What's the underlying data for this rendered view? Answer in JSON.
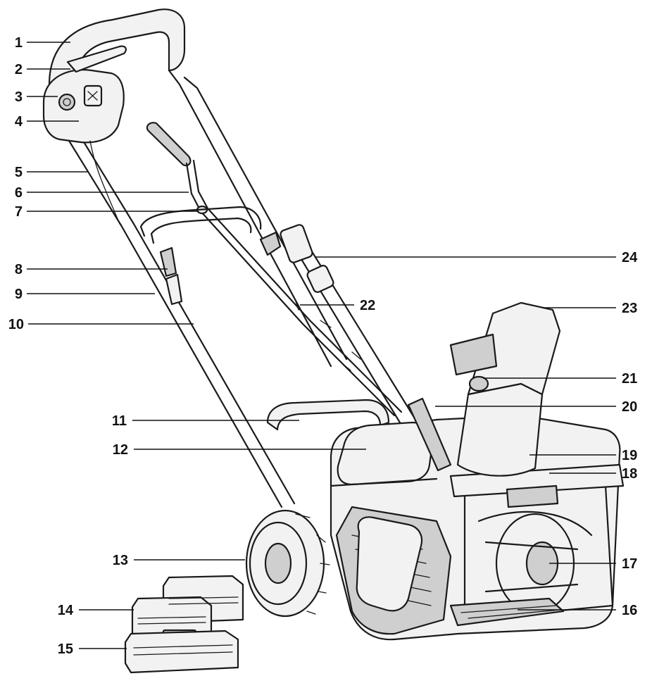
{
  "callouts": [
    {
      "id": "1",
      "label": "1"
    },
    {
      "id": "2",
      "label": "2"
    },
    {
      "id": "3",
      "label": "3"
    },
    {
      "id": "4",
      "label": "4"
    },
    {
      "id": "5",
      "label": "5"
    },
    {
      "id": "6",
      "label": "6"
    },
    {
      "id": "7",
      "label": "7"
    },
    {
      "id": "8",
      "label": "8"
    },
    {
      "id": "9",
      "label": "9"
    },
    {
      "id": "10",
      "label": "10"
    },
    {
      "id": "11",
      "label": "11"
    },
    {
      "id": "12",
      "label": "12"
    },
    {
      "id": "13",
      "label": "13"
    },
    {
      "id": "14",
      "label": "14"
    },
    {
      "id": "15",
      "label": "15"
    },
    {
      "id": "16",
      "label": "16"
    },
    {
      "id": "17",
      "label": "17"
    },
    {
      "id": "18",
      "label": "18"
    },
    {
      "id": "19",
      "label": "19"
    },
    {
      "id": "20",
      "label": "20"
    },
    {
      "id": "21",
      "label": "21"
    },
    {
      "id": "22",
      "label": "22"
    },
    {
      "id": "23",
      "label": "23"
    },
    {
      "id": "24",
      "label": "24"
    }
  ],
  "colors": {
    "line": "#1a1a1a",
    "fill": "#f2f2f2",
    "shade": "#cfcfcf",
    "background": "#ffffff"
  }
}
